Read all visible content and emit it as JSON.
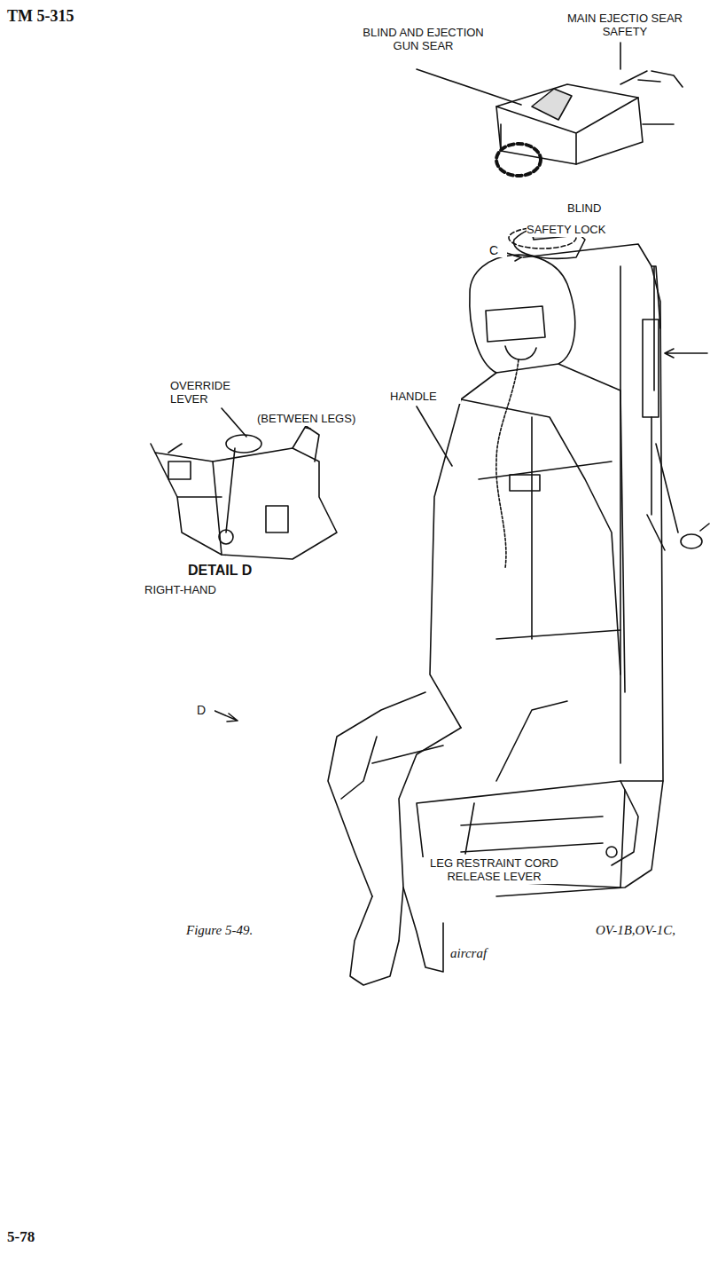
{
  "diagram": {
    "labels": [
      "TM 5-315",
      "BLIND AND EJECTION GUN SEAR",
      "MAIN EJECTIO SEAR SAFETY",
      "BLIND",
      "SAFETY LOCK",
      "C",
      "OVERRIDE LEVER",
      "HANDLE",
      "(BETWEEN LEGS)",
      "DETAIL D",
      "RIGHT-HAND",
      "D",
      "LEG RESTRAINT CORD RELEASE LEVER",
      "Figure 5-49.",
      "OV-1B,OV-1C,",
      "aircraf",
      "5-78"
    ]
  }
}
